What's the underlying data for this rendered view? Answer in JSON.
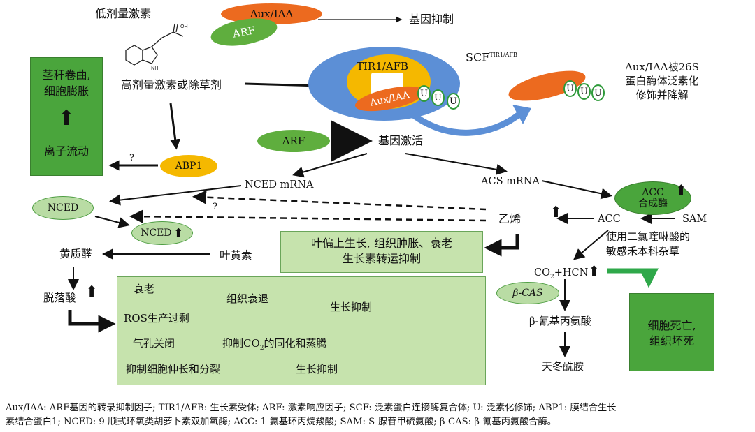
{
  "top": {
    "low_dose": "低剂量激素",
    "aux_iaa": "Aux/IAA",
    "arf": "ARF",
    "gene_repress": "基因抑制",
    "high_dose": "高剂量激素或除草剂",
    "tir1": "TIR1/AFB",
    "scf_main": "SCF",
    "scf_sup": "TIR1/AFB",
    "aux_iaa_2": "Aux/IAA",
    "u": "U",
    "degrade": [
      "Aux/IAA被26S",
      "蛋白酶体泛素化",
      "修饰并降解"
    ]
  },
  "left_box": {
    "line1": "茎秆卷曲,",
    "line2": "细胞膨胀",
    "arrow": "⬆",
    "line3": "离子流动"
  },
  "mid": {
    "q1": "?",
    "abp1": "ABP1",
    "arf": "ARF",
    "gene_act": "基因激活",
    "nced_mrna": "NCED mRNA",
    "acs_mrna": "ACS mRNA",
    "nced": "NCED",
    "nced2": "NCED",
    "q2": "?",
    "acc_syn": [
      "ACC",
      "合成酶"
    ],
    "acc": "ACC",
    "sam": "SAM",
    "ethylene": "乙烯",
    "xanth": "黄质醛",
    "violax": "叶黄素",
    "epinasty": [
      "叶偏上生长, 组织肿胀、衰老",
      "生长素转运抑制"
    ],
    "quinclorac": [
      "使用二氯喹啉酸的",
      "敏感禾本科杂草"
    ],
    "hcn_pre": "CO",
    "hcn_sub": "2",
    "hcn_post": "+HCN",
    "bcas": "β-CAS",
    "cyanoala": "β-氰基丙氨酸",
    "asparagine": "天冬酰胺",
    "death": [
      "细胞死亡,",
      "组织坏死"
    ],
    "aba": "脱落酸"
  },
  "bottom_box": {
    "senescence": "衰老",
    "ros": "ROS生产过剩",
    "tissue_decline": "组织衰退",
    "growth_inhib_1": "生长抑制",
    "stomata": "气孔关闭",
    "co2_pre": "抑制CO",
    "co2_sub": "2",
    "co2_post": "的同化和蒸腾",
    "cell_inhib": "抑制细胞伸长和分裂",
    "growth_inhib_2": "生长抑制"
  },
  "legend": {
    "line1": "Aux/IAA: ARF基因的转录抑制因子; TIR1/AFB: 生长素受体; ARF: 激素响应因子; SCF: 泛素蛋白连接酶复合体; U: 泛素化修饰; ABP1: 膜结合生长",
    "line2": "素结合蛋白1; NCED: 9-顺式环氧类胡萝卜素双加氧酶; ACC: 1-氨基环丙烷羧酸; SAM: S-腺苷甲硫氨酸; β-CAS: β-氰基丙氨酸合酶。"
  },
  "colors": {
    "green_dark": "#4aa53c",
    "green_light": "#c6e3ad",
    "green_oval": "#b9dca4",
    "orange": "#ec6a1f",
    "yellow": "#f5b800",
    "blue": "#5c8fd6",
    "arf_green": "#5fae3e"
  }
}
